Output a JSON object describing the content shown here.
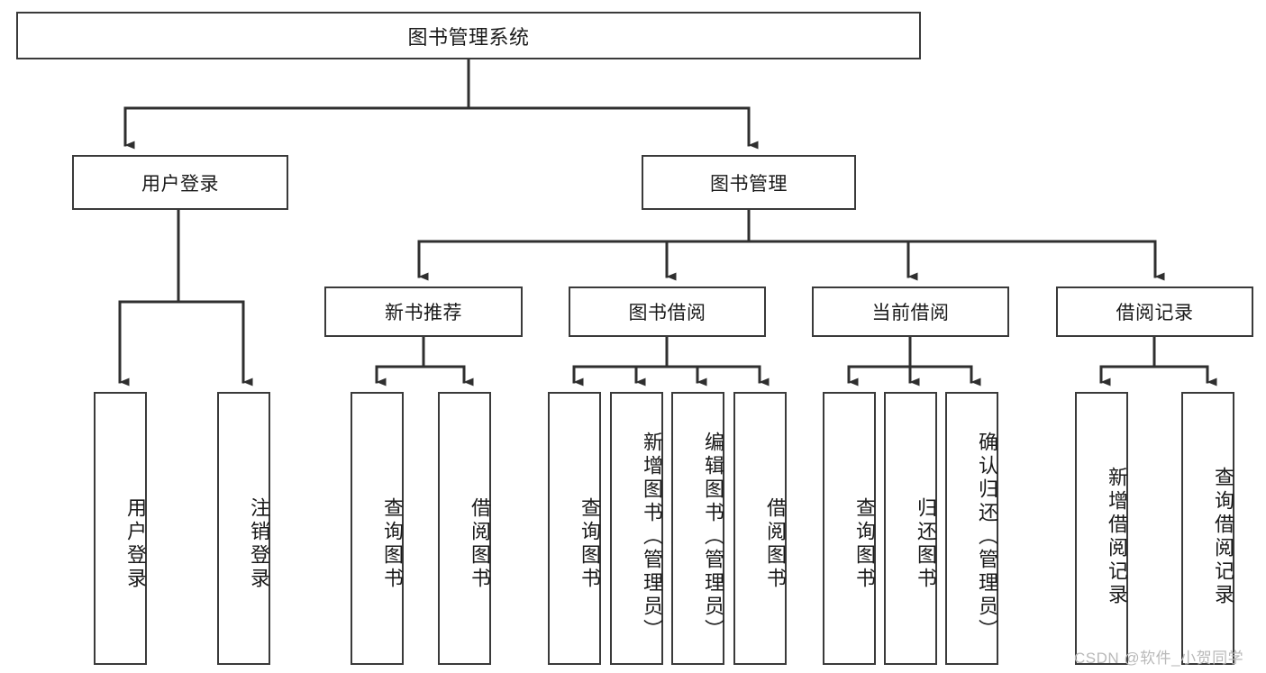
{
  "diagram": {
    "title": "图书管理系统",
    "type": "tree-hierarchy-diagram",
    "watermark": "CSDN @软件_小贺同学",
    "colors": {
      "box_border": "#3a3a3a",
      "box_fill": "#ffffff",
      "connector": "#2f2f2f",
      "text": "#1a1a1a",
      "watermark": "#b9b9b9",
      "background": "#ffffff"
    },
    "level1": {
      "label": "图书管理系统"
    },
    "level2": [
      {
        "label": "用户登录"
      },
      {
        "label": "图书管理"
      }
    ],
    "level3": [
      {
        "label": "新书推荐"
      },
      {
        "label": "图书借阅"
      },
      {
        "label": "当前借阅"
      },
      {
        "label": "借阅记录"
      }
    ],
    "leaves": {
      "user_login": [
        {
          "label": "用户登录"
        },
        {
          "label": "注销登录"
        }
      ],
      "new_book_recommend": [
        {
          "label": "查询图书"
        },
        {
          "label": "借阅图书"
        }
      ],
      "book_borrow": [
        {
          "label": "查询图书"
        },
        {
          "label": "新增图书（管理员）"
        },
        {
          "label": "编辑图书（管理员）"
        },
        {
          "label": "借阅图书"
        }
      ],
      "current_borrow": [
        {
          "label": "查询图书"
        },
        {
          "label": "归还图书"
        },
        {
          "label": "确认归还（管理员）"
        }
      ],
      "borrow_record": [
        {
          "label": "新增借阅记录"
        },
        {
          "label": "查询借阅记录"
        }
      ]
    }
  }
}
